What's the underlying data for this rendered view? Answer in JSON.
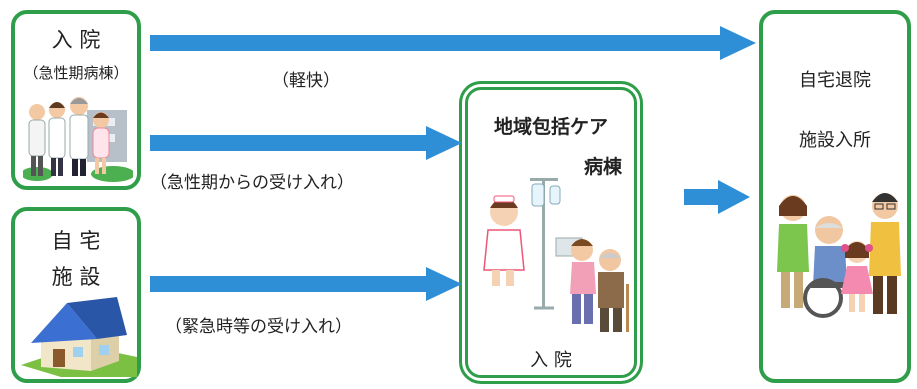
{
  "boxes": {
    "hospital": {
      "title": "入 院",
      "subtitle": "（急性期病棟）"
    },
    "home": {
      "line1": "自 宅",
      "line2": "施 設"
    },
    "community": {
      "title": "地域包括ケア",
      "subtitle": "病棟",
      "footer": "入 院"
    },
    "discharge": {
      "line1": "自宅退院",
      "line2": "施設入所"
    }
  },
  "arrows": {
    "recovery": "（軽快）",
    "from_acute": "（急性期からの受け入れ）",
    "emergency": "（緊急時等の受け入れ）"
  },
  "colors": {
    "border": "#2e9e4a",
    "arrow": "#2f8fd6"
  }
}
